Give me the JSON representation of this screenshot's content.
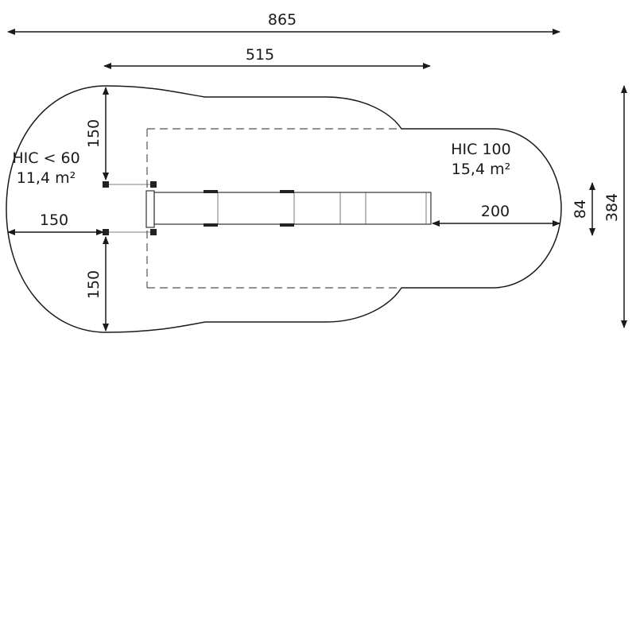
{
  "dimensions": {
    "overall_length": "865",
    "inner_length": "515",
    "left_top_offset": "150",
    "left_width": "150",
    "left_bottom_offset": "150",
    "right_extension": "200",
    "slide_width": "84",
    "overall_height": "384"
  },
  "zones": {
    "left": {
      "hic": "HIC < 60",
      "area": "11,4 m²"
    },
    "right": {
      "hic": "HIC 100",
      "area": "15,4 m²"
    }
  }
}
